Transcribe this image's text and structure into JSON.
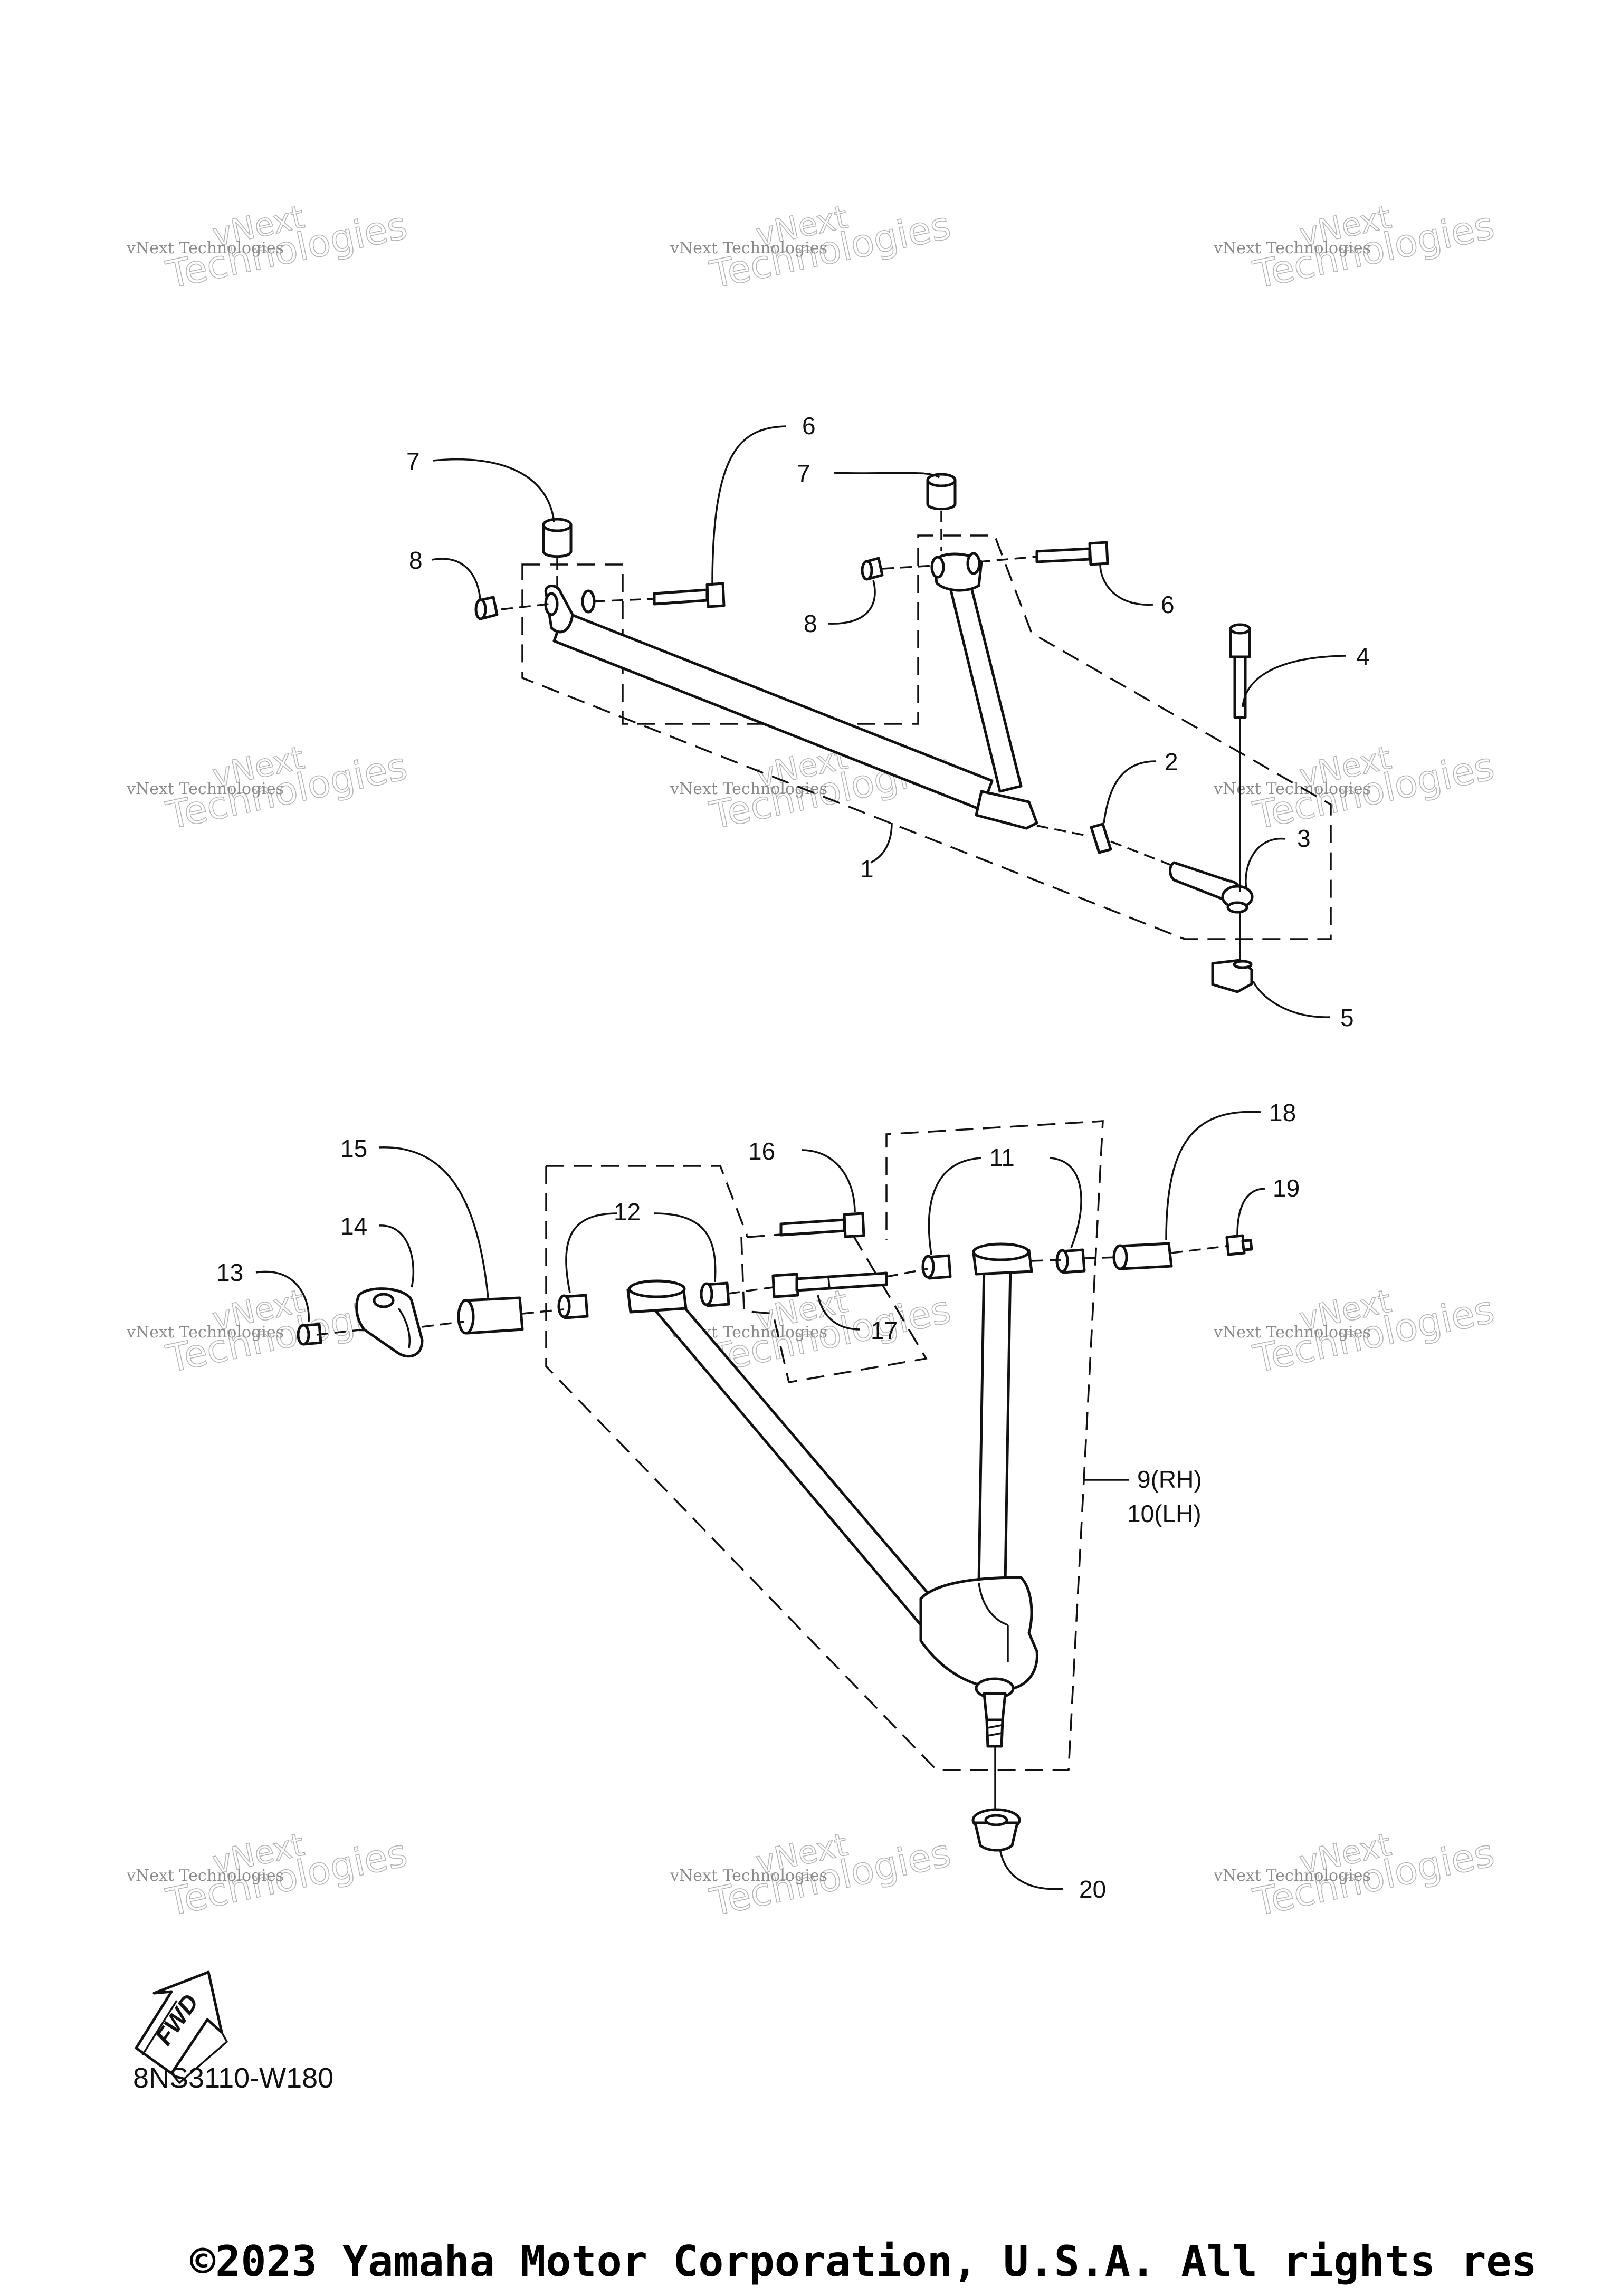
{
  "diagram": {
    "watermark": {
      "line1": "vNext",
      "line2": "Technologies"
    },
    "callouts": {
      "c1": "1",
      "c2": "2",
      "c3": "3",
      "c4": "4",
      "c5": "5",
      "c6a": "6",
      "c6b": "6",
      "c7a": "7",
      "c7b": "7",
      "c8a": "8",
      "c8b": "8",
      "c9": "9(RH)",
      "c10": "10(LH)",
      "c11": "11",
      "c12": "12",
      "c13": "13",
      "c14": "14",
      "c15": "15",
      "c16": "16",
      "c17": "17",
      "c18": "18",
      "c19": "19",
      "c20": "20"
    },
    "fwd_label": "FWD",
    "code": "8NS3110-W180"
  },
  "footer": {
    "copyright": "©2023 Yamaha Motor Corporation, U.S.A. All rights res"
  }
}
